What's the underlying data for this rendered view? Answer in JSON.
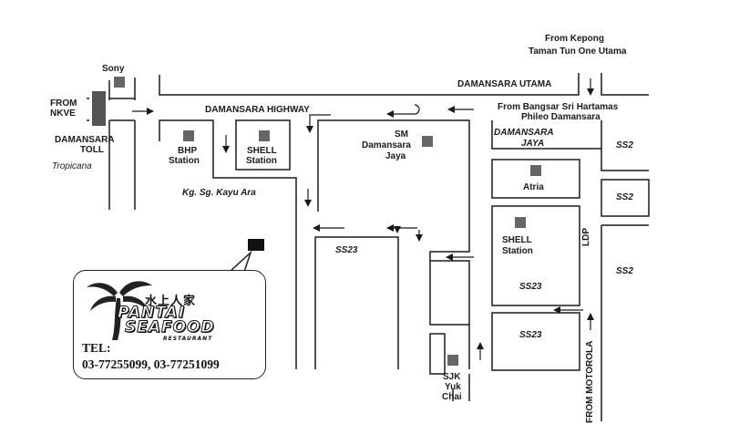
{
  "labels": {
    "from_kepong": "From Kepong",
    "taman_tun": "Taman Tun One Utama",
    "sony": "Sony",
    "from_nkve_1": "FROM",
    "from_nkve_2": "NKVE",
    "damansara_toll_1": "DAMANSARA",
    "damansara_toll_2": "TOLL",
    "tropicana": "Tropicana",
    "damansara_utama": "DAMANSARA UTAMA",
    "damansara_highway": "DAMANSARA HIGHWAY",
    "from_bangsar": "From Bangsar Sri Hartamas",
    "phileo": "Phileo Damansara",
    "bhp_1": "BHP",
    "bhp_2": "Station",
    "shell1_1": "SHELL",
    "shell1_2": "Station",
    "sm_1": "SM",
    "sm_2": "Damansara",
    "sm_3": "Jaya",
    "damansara_jaya_1": "DAMANSARA",
    "damansara_jaya_2": "JAYA",
    "ss2_a": "SS2",
    "ss2_b": "SS2",
    "ss2_c": "SS2",
    "atria": "Atria",
    "kayu_ara": "Kg. Sg. Kayu Ara",
    "ss23_a": "SS23",
    "shell2_1": "SHELL",
    "shell2_2": "Station",
    "ss23_b": "SS23",
    "ss23_c": "SS23",
    "ldp": "LDP",
    "from_motorola": "FROM MOTOROLA",
    "sjk_1": "SJK",
    "sjk_2": "Yuk",
    "sjk_3": "Chai"
  },
  "restaurant": {
    "chinese_name": "水上人家",
    "name_line1": "PANTAI",
    "name_line2": "SEAFOOD",
    "tagline": "RESTAURANT",
    "tel_label": "TEL:",
    "tel_numbers": "03-77255099, 03-77251099"
  },
  "colors": {
    "road_line": "#1a1a1a",
    "landmark": "#666666",
    "restaurant_marker": "#111111"
  }
}
